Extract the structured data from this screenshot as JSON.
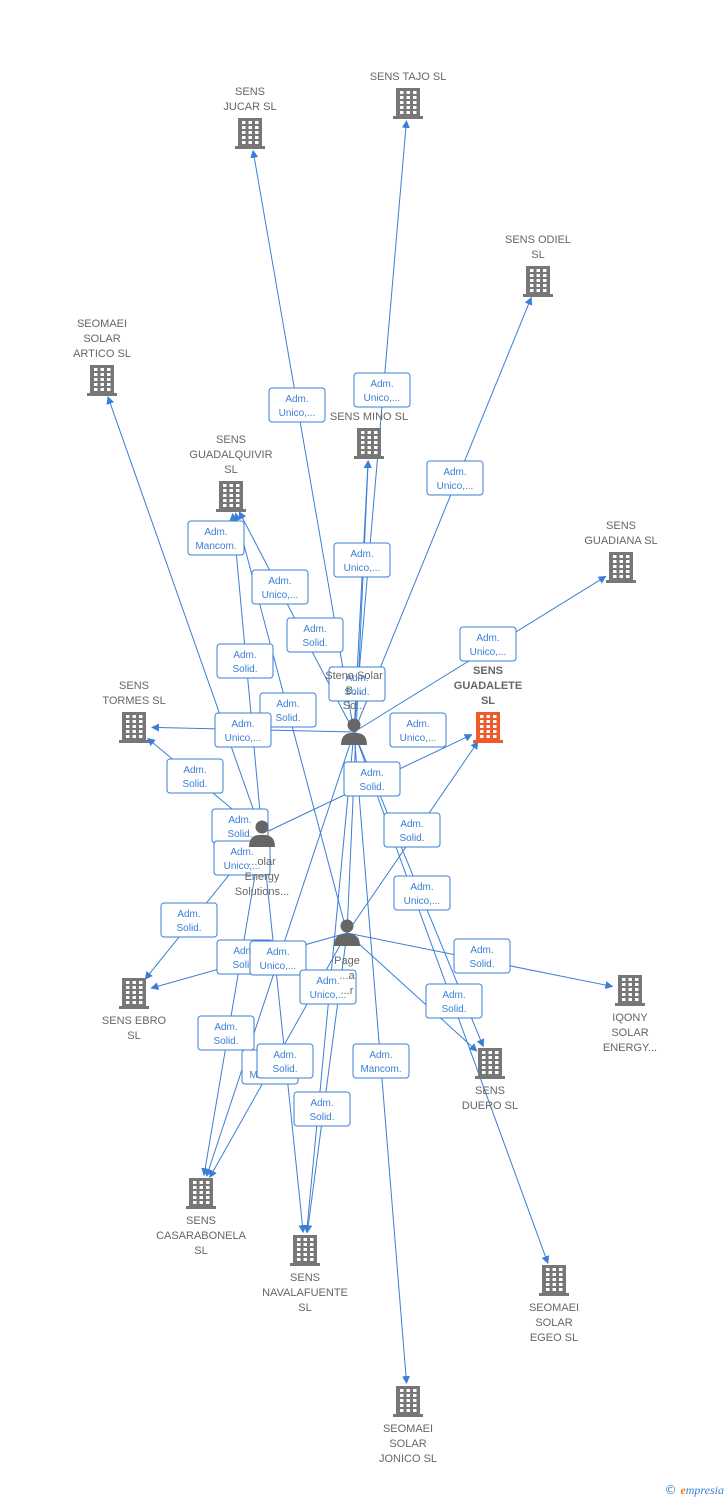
{
  "colors": {
    "accent": "#3a7fd5",
    "company": "#777777",
    "highlight": "#f05a28",
    "person": "#666666"
  },
  "nodes": [
    {
      "id": "jucar",
      "type": "company",
      "lines": [
        "SENS",
        "JUCAR  SL"
      ]
    },
    {
      "id": "tajo",
      "type": "company",
      "lines": [
        "SENS TAJO  SL"
      ]
    },
    {
      "id": "odiel",
      "type": "company",
      "lines": [
        "SENS ODIEL",
        "SL"
      ]
    },
    {
      "id": "artico",
      "type": "company",
      "lines": [
        "SEOMAEI",
        "SOLAR",
        "ARTICO  SL"
      ]
    },
    {
      "id": "mino",
      "type": "company",
      "lines": [
        "SENS MINO  SL"
      ]
    },
    {
      "id": "guadalquivir",
      "type": "company",
      "lines": [
        "SENS",
        "GUADALQUIVIR",
        "SL"
      ]
    },
    {
      "id": "guadiana",
      "type": "company",
      "lines": [
        "SENS",
        "GUADIANA  SL"
      ]
    },
    {
      "id": "guadalete",
      "type": "company",
      "highlight": true,
      "lines": [
        "SENS",
        "GUADALETE",
        "SL"
      ]
    },
    {
      "id": "tormes",
      "type": "company",
      "lines": [
        "SENS",
        "TORMES  SL"
      ]
    },
    {
      "id": "stena",
      "type": "person",
      "lines": [
        "Stena Solar",
        "B...",
        "So..."
      ]
    },
    {
      "id": "solar_es",
      "type": "person",
      "lines": [
        "...olar",
        "Energy",
        "Solutions..."
      ]
    },
    {
      "id": "page",
      "type": "person",
      "lines": [
        "Page",
        "...a",
        "...r"
      ]
    },
    {
      "id": "ebro",
      "type": "company",
      "lines": [
        "SENS EBRO",
        "SL"
      ]
    },
    {
      "id": "iqony",
      "type": "company",
      "lines": [
        "IQONY",
        "SOLAR",
        "ENERGY..."
      ]
    },
    {
      "id": "duero",
      "type": "company",
      "lines": [
        "SENS",
        "DUERO  SL"
      ]
    },
    {
      "id": "casarabonela",
      "type": "company",
      "lines": [
        "SENS",
        "CASARABONELA",
        "SL"
      ]
    },
    {
      "id": "navalafuente",
      "type": "company",
      "lines": [
        "SENS",
        "NAVALAFUENTE",
        "SL"
      ]
    },
    {
      "id": "egeo",
      "type": "company",
      "lines": [
        "SEOMAEI",
        "SOLAR",
        "EGEO  SL"
      ]
    },
    {
      "id": "jonico",
      "type": "company",
      "lines": [
        "SEOMAEI",
        "SOLAR",
        "JONICO  SL"
      ]
    }
  ],
  "edges": [
    {
      "from": "stena",
      "to": "jucar"
    },
    {
      "from": "stena",
      "to": "tajo"
    },
    {
      "from": "stena",
      "to": "odiel"
    },
    {
      "from": "solar_es",
      "to": "artico"
    },
    {
      "from": "page",
      "to": "mino"
    },
    {
      "from": "stena",
      "to": "mino"
    },
    {
      "from": "stena",
      "to": "guadalquivir"
    },
    {
      "from": "solar_es",
      "to": "guadalquivir"
    },
    {
      "from": "page",
      "to": "guadalquivir"
    },
    {
      "from": "stena",
      "to": "guadiana"
    },
    {
      "from": "page",
      "to": "guadalete"
    },
    {
      "from": "solar_es",
      "to": "guadalete"
    },
    {
      "from": "stena",
      "to": "tormes"
    },
    {
      "from": "solar_es",
      "to": "tormes"
    },
    {
      "from": "solar_es",
      "to": "ebro"
    },
    {
      "from": "page",
      "to": "ebro"
    },
    {
      "from": "page",
      "to": "iqony"
    },
    {
      "from": "stena",
      "to": "duero"
    },
    {
      "from": "page",
      "to": "duero"
    },
    {
      "from": "stena",
      "to": "casarabonela"
    },
    {
      "from": "solar_es",
      "to": "casarabonela"
    },
    {
      "from": "page",
      "to": "casarabonela"
    },
    {
      "from": "stena",
      "to": "navalafuente"
    },
    {
      "from": "solar_es",
      "to": "navalafuente"
    },
    {
      "from": "page",
      "to": "navalafuente"
    },
    {
      "from": "stena",
      "to": "egeo"
    },
    {
      "from": "stena",
      "to": "jonico"
    }
  ],
  "edge_labels": [
    {
      "lines": [
        "Adm.",
        "Unico,..."
      ]
    },
    {
      "lines": [
        "Adm.",
        "Unico,..."
      ]
    },
    {
      "lines": [
        "Adm.",
        "Unico,..."
      ]
    },
    {
      "lines": [
        "Adm.",
        "Mancom."
      ]
    },
    {
      "lines": [
        "Adm.",
        "Unico,..."
      ]
    },
    {
      "lines": [
        "Adm.",
        "Unico,..."
      ]
    },
    {
      "lines": [
        "Adm.",
        "Solid."
      ]
    },
    {
      "lines": [
        "Adm.",
        "Solid."
      ]
    },
    {
      "lines": [
        "Adm.",
        "Unico,..."
      ]
    },
    {
      "lines": [
        "Adm.",
        "Solid."
      ]
    },
    {
      "lines": [
        "Adm.",
        "Solid."
      ]
    },
    {
      "lines": [
        "Adm.",
        "Unico,..."
      ]
    },
    {
      "lines": [
        "Adm.",
        "Unico,..."
      ]
    },
    {
      "lines": [
        "Adm.",
        "Solid."
      ]
    },
    {
      "lines": [
        "Adm.",
        "Solid."
      ]
    },
    {
      "lines": [
        "Adm.",
        "Solid."
      ]
    },
    {
      "lines": [
        "Adm.",
        "Solid."
      ]
    },
    {
      "lines": [
        "Adm.",
        "Unico,..."
      ]
    },
    {
      "lines": [
        "Adm.",
        "Unico,..."
      ]
    },
    {
      "lines": [
        "Adm.",
        "Solid."
      ]
    },
    {
      "lines": [
        "Adm.",
        "Solid."
      ]
    },
    {
      "lines": [
        "Adm.",
        "Unico,..."
      ]
    },
    {
      "lines": [
        "Adm.",
        "Unico,..."
      ]
    },
    {
      "lines": [
        "Adm.",
        "Solid."
      ]
    },
    {
      "lines": [
        "Adm.",
        "Solid."
      ]
    },
    {
      "lines": [
        "Adm.",
        "Solid."
      ]
    },
    {
      "lines": [
        "Adm.",
        "Mancom."
      ]
    },
    {
      "lines": [
        "Adm.",
        "Solid."
      ]
    },
    {
      "lines": [
        "Adm.",
        "Solid."
      ]
    },
    {
      "lines": [
        "Adm.",
        "Mancom."
      ]
    }
  ],
  "footer": {
    "copyright": "©",
    "brand_initial": "e",
    "brand_rest": "mpresia"
  }
}
